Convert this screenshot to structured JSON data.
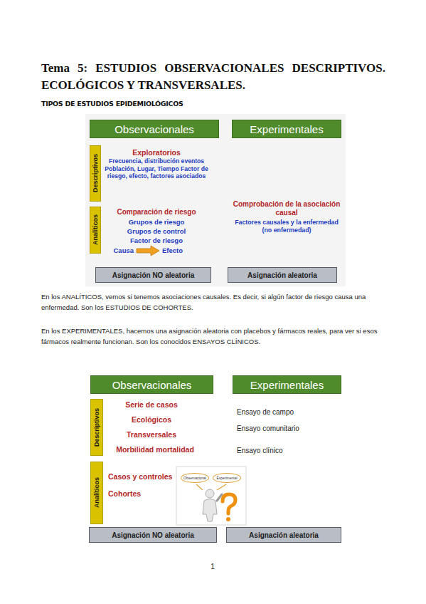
{
  "diagram": {
    "title": "Tema 5: ESTUDIOS OBSERVACIONALES DESCRIPTIVOS. ECOLÓGICOS Y TRANSVERSALES.",
    "nodes": [
      {
        "text": [
          "Observacionales"
        ]
      },
      {
        "text": [
          "Experimentales"
        ]
      },
      {
        "text": [
          "Descriptivos"
        ]
      },
      {
        "text": [
          "Analíticos"
        ]
      },
      {
        "text": [
          "Asignación NO aleatoria"
        ]
      },
      {
        "text": [
          "Asignación aleatoria"
        ]
      },
      {
        "text": [
          "Observacionales"
        ]
      },
      {
        "text": [
          "Experimentales"
        ]
      },
      {
        "text": [
          "Descriptivos"
        ]
      },
      {
        "text": [
          "Analíticos"
        ]
      },
      {
        "text": [
          "Observacional"
        ]
      },
      {
        "text": [
          "Experimental"
        ]
      },
      {
        "text": [
          "Asignación NO aleatoria"
        ]
      },
      {
        "text": [
          "Asignación aleatoria"
        ]
      }
    ],
    "labels": [
      "TIPOS DE ESTUDIOS EPIDEMIOLÓGICOS",
      "Exploratorios",
      "Frecuencia, distribución eventos Población, Lugar, Tiempo Factor de riesgo, efecto, factores asociados",
      "Comprobación de la asociación causal",
      "Factores causales y la enfermedad (no enfermedad)",
      "Comparación de riesgo",
      "Grupos de riesgo",
      "Grupos de control",
      "Factor de riesgo",
      "Causa",
      "Efecto",
      "En los ANALÍTICOS, vemos si tenemos asociaciones causales. Es decir, si algún factor de riesgo causa una enfermedad. Son los ESTUDIOS DE COHORTES.",
      "En los EXPERIMENTALES, hacemos una asignación aleatoria con placebos y fármacos reales, para ver si esos fármacos realmente funcionan. Son los conocidos ENSAYOS CLÍNICOS.",
      "Serie de casos",
      "Ecológicos",
      "Transversales",
      "Morbilidad mortalidad",
      "Ensayo de campo",
      "Ensayo comunitario",
      "Ensayo clínico",
      "Casos y controles",
      "Cohortes",
      "1"
    ]
  }
}
